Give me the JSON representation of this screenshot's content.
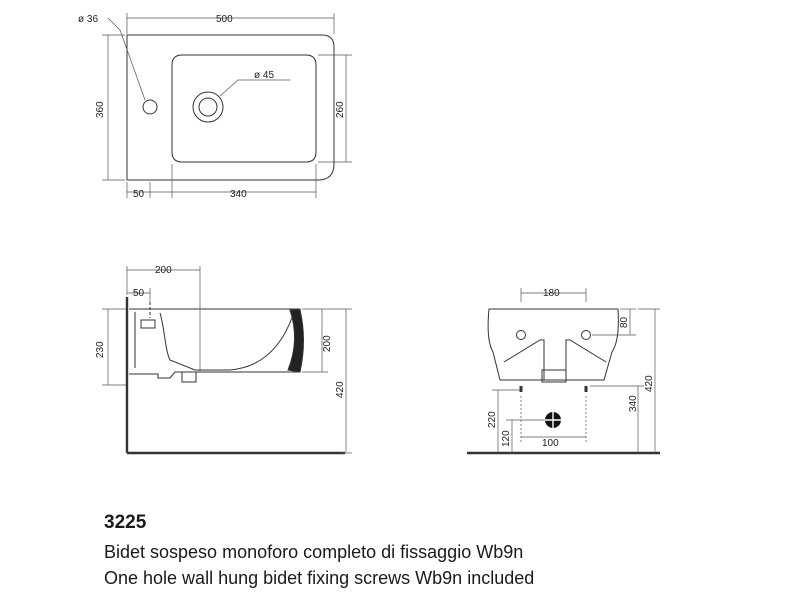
{
  "colors": {
    "line": "#333333",
    "thin": "#555555",
    "text": "#222222"
  },
  "top_view": {
    "hole_dia_left": "ø 36",
    "hole_dia_center": "ø 45",
    "width": "500",
    "depth": "360",
    "bowl_depth": "260",
    "offset_left": "50",
    "bowl_width": "340"
  },
  "side_view": {
    "depth": "200",
    "offset": "50",
    "height_total": "230",
    "bowl_height": "200",
    "floor_height": "420"
  },
  "back_view": {
    "hole_spacing": "180",
    "top_offset": "80",
    "fix_height": "340",
    "total_height": "420",
    "drain_height": "220",
    "drain_offset": "120",
    "drain_width": "100"
  },
  "product": {
    "code": "3225",
    "desc_it": "Bidet sospeso monoforo completo di fissaggio Wb9n",
    "desc_en": "One hole wall hung bidet fixing screws Wb9n included"
  }
}
